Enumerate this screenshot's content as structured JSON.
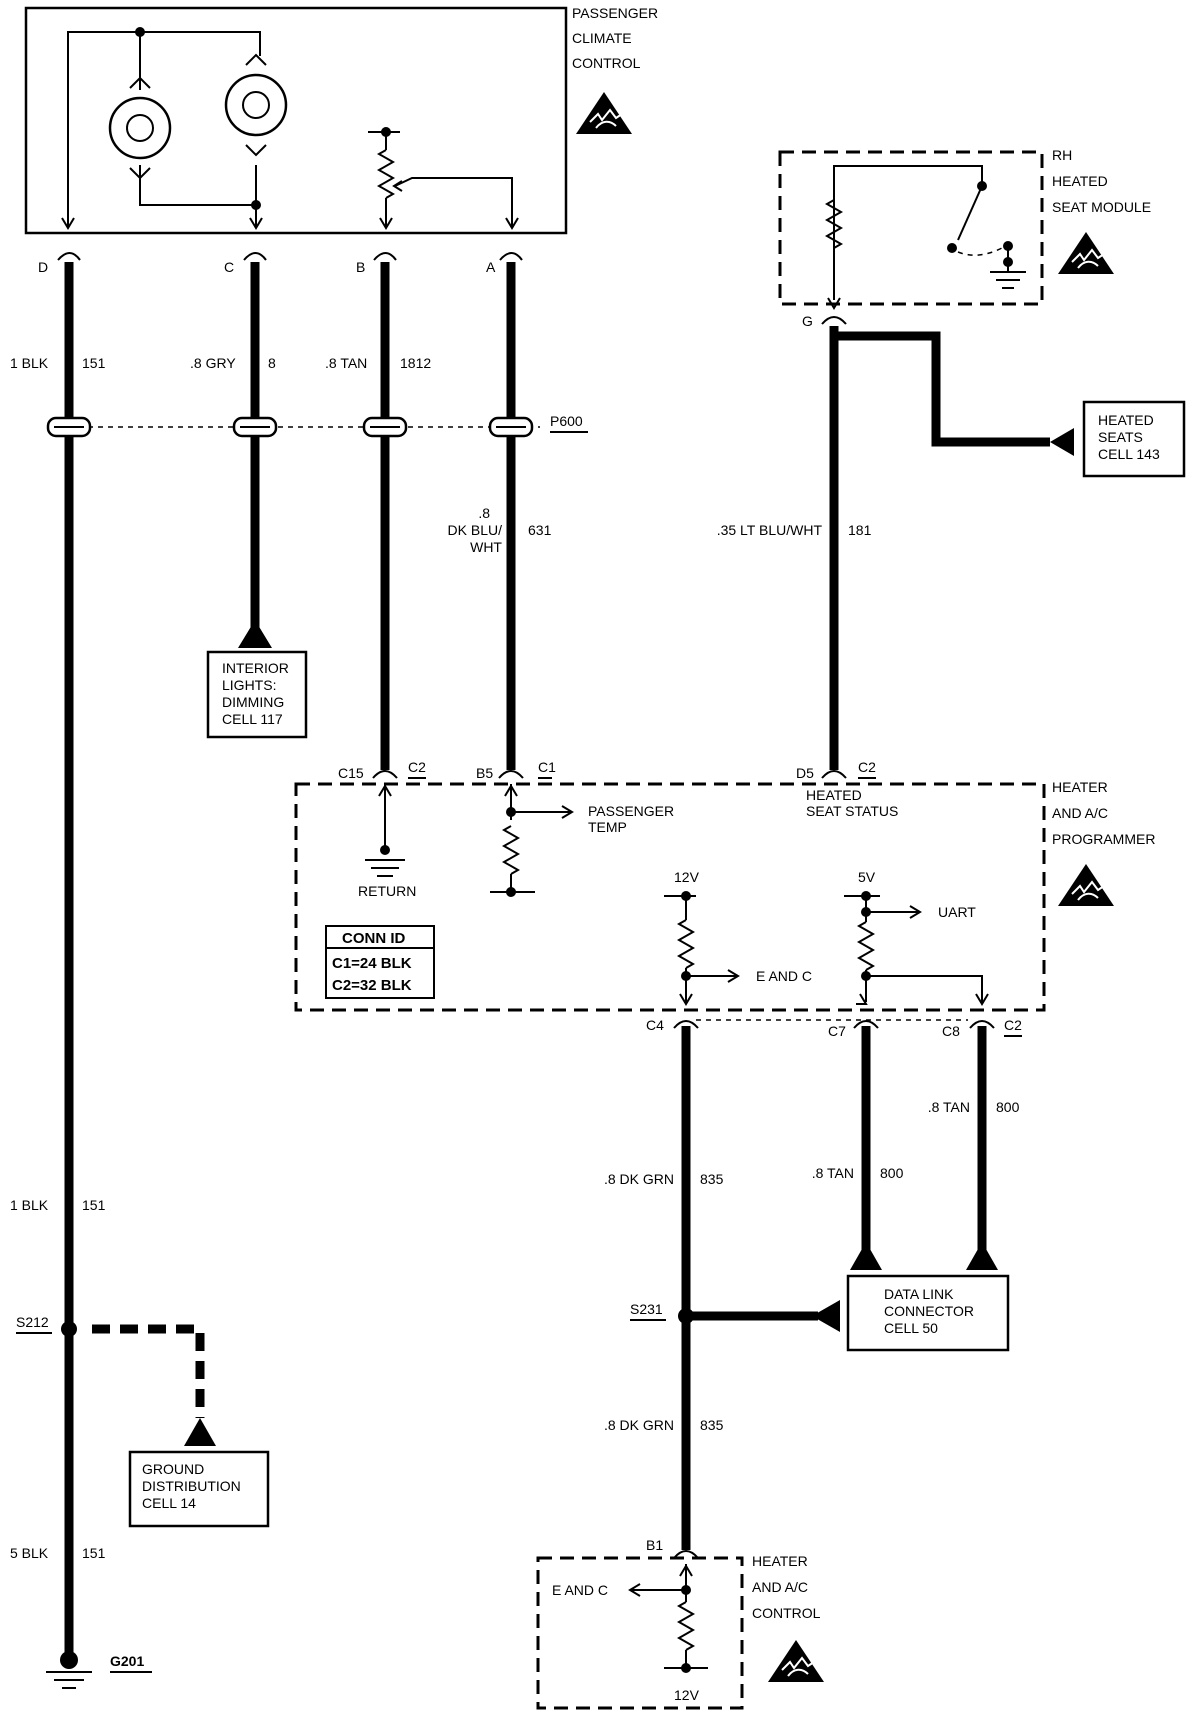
{
  "components": {
    "passenger_climate_control": {
      "lines": [
        "PASSENGER",
        "CLIMATE",
        "CONTROL"
      ]
    },
    "rh_heated_seat_module": {
      "lines": [
        "RH",
        "HEATED",
        "SEAT MODULE"
      ]
    },
    "heater_ac_programmer": {
      "lines": [
        "HEATER",
        "AND A/C",
        "PROGRAMMER"
      ]
    },
    "heater_ac_control": {
      "lines": [
        "HEATER",
        "AND A/C",
        "CONTROL"
      ]
    }
  },
  "pins": {
    "d": "D",
    "c": "C",
    "b": "B",
    "a": "A",
    "g": "G",
    "c15": "C15",
    "c15_conn": "C2",
    "b5": "B5",
    "b5_conn": "C1",
    "d5": "D5",
    "d5_conn": "C2",
    "c4": "C4",
    "c7": "C7",
    "c8": "C8",
    "c8_conn": "C2",
    "b1": "B1"
  },
  "wires": {
    "w151_top": {
      "size": "1 BLK",
      "circuit": "151"
    },
    "w8": {
      "size": ".8 GRY",
      "circuit": "8"
    },
    "w1812": {
      "size": ".8 TAN",
      "circuit": "1812"
    },
    "w631": {
      "size_lines": [
        ".8",
        "DK BLU/",
        "WHT"
      ],
      "circuit": "631"
    },
    "w181": {
      "size": ".35 LT BLU/WHT",
      "circuit": "181"
    },
    "w151_mid": {
      "size": "1 BLK",
      "circuit": "151"
    },
    "w151_bot": {
      "size": "5 BLK",
      "circuit": "151"
    },
    "w835_top": {
      "size": ".8 DK GRN",
      "circuit": "835"
    },
    "w835_bot": {
      "size": ".8 DK GRN",
      "circuit": "835"
    },
    "w800_c7": {
      "size": ".8 TAN",
      "circuit": "800"
    },
    "w800_c8": {
      "size": ".8 TAN",
      "circuit": "800"
    }
  },
  "connectors": {
    "p600": "P600"
  },
  "splices": {
    "s212": "S212",
    "s231": "S231"
  },
  "grounds": {
    "g201": "G201"
  },
  "references": {
    "interior_lights": [
      "INTERIOR",
      "LIGHTS:",
      "DIMMING",
      "CELL 117"
    ],
    "heated_seats": [
      "HEATED",
      "SEATS",
      "CELL 143"
    ],
    "data_link": [
      "DATA LINK",
      "CONNECTOR",
      "CELL 50"
    ],
    "ground_distribution": [
      "GROUND",
      "DISTRIBUTION",
      "CELL 14"
    ]
  },
  "internal": {
    "return": "RETURN",
    "passenger_temp": [
      "PASSENGER",
      "TEMP"
    ],
    "heated_seat_status": [
      "HEATED",
      "SEAT STATUS"
    ],
    "v12_prog": "12V",
    "v5_prog": "5V",
    "uart": "UART",
    "e_and_c_prog": "E AND C",
    "e_and_c_ctrl": "E AND C",
    "v12_ctrl": "12V"
  },
  "conn_id": {
    "title": "CONN ID",
    "rows": [
      "C1=24 BLK",
      "C2=32 BLK"
    ]
  },
  "icons": {
    "esd": "electrostatic-discharge-warning-icon",
    "ground": "ground-symbol-icon",
    "resistor": "resistor-icon",
    "lamp": "lamp-icon",
    "arrow": "reference-arrow-icon"
  }
}
